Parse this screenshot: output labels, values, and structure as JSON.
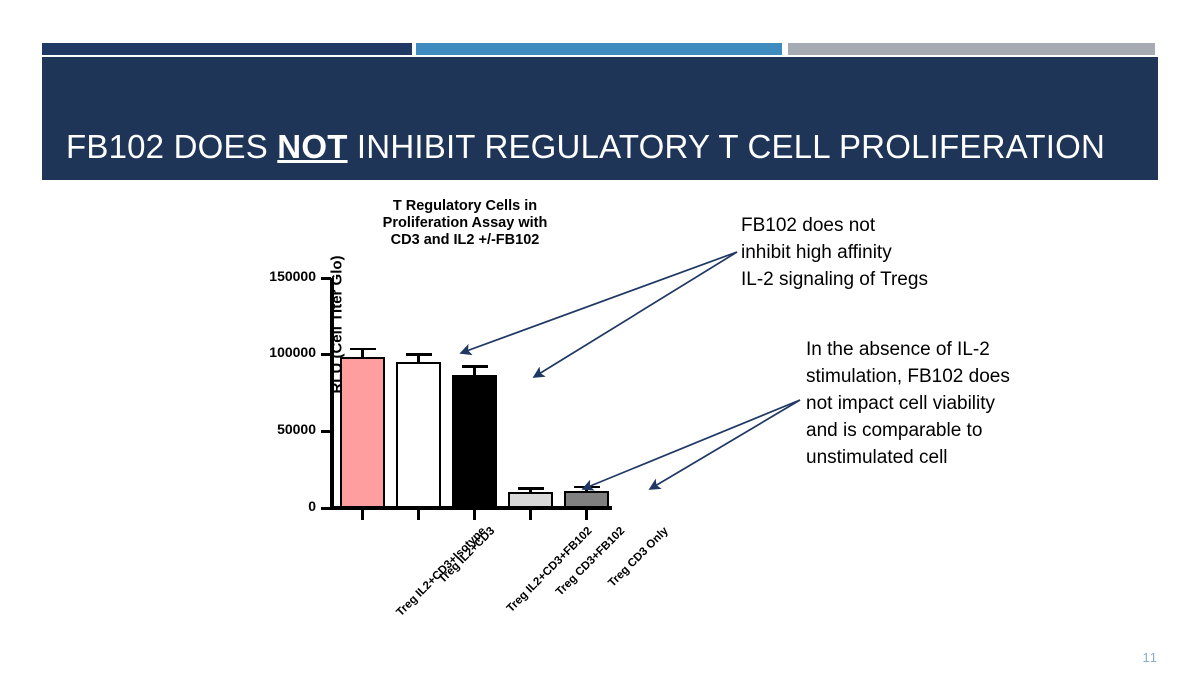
{
  "slide": {
    "title_prefix": "FB102 DOES ",
    "title_emphasis": "NOT",
    "title_suffix": " INHIBIT REGULATORY T CELL PROLIFERATION",
    "slide_number": "11",
    "accent_colors": {
      "navy": "#1F3864",
      "blue": "#3E8BBF",
      "gray": "#A6AAB2",
      "banner": "#1F3557",
      "title_text": "#FFFFFF",
      "slide_number": "#8FAAC4",
      "arrow": "#1F3864"
    }
  },
  "annotations": [
    {
      "id": "annotation-top",
      "lines": [
        "FB102 does not",
        "inhibit high affinity",
        "IL-2 signaling of Tregs"
      ]
    },
    {
      "id": "annotation-bottom",
      "lines": [
        "In the absence of IL-2",
        "stimulation, FB102 does",
        "not impact cell viability",
        "and is comparable to",
        "unstimulated cell"
      ]
    }
  ],
  "chart_data": {
    "type": "bar",
    "title": "T Regulatory  Cells in Proliferation Assay with CD3 and IL2 +/-FB102",
    "title_lines": [
      "T Regulatory  Cells in",
      "Proliferation Assay with",
      "CD3 and IL2 +/-FB102"
    ],
    "xlabel": "",
    "ylabel": "RLU (Cell Titer Glo)",
    "ylim": [
      0,
      150000
    ],
    "ytick_values": [
      0,
      50000,
      100000,
      150000
    ],
    "ytick_labels": [
      "0",
      "50000",
      "100000",
      "150000"
    ],
    "grid": false,
    "legend": "none",
    "categories": [
      "Treg IL2+CD3+Isotype",
      "Treg IL2+CD3",
      "Treg IL2+CD3+FB102",
      "Treg CD3+FB102",
      "Treg CD3 Only"
    ],
    "values": [
      98500,
      95500,
      86500,
      10500,
      11000
    ],
    "errors": [
      6000,
      5500,
      6500,
      3000,
      3500
    ],
    "bar_colors": [
      "#FF9E9E",
      "#FFFFFF",
      "#000000",
      "#D9D9D9",
      "#808080"
    ],
    "bar_edge_color": "#000000"
  }
}
